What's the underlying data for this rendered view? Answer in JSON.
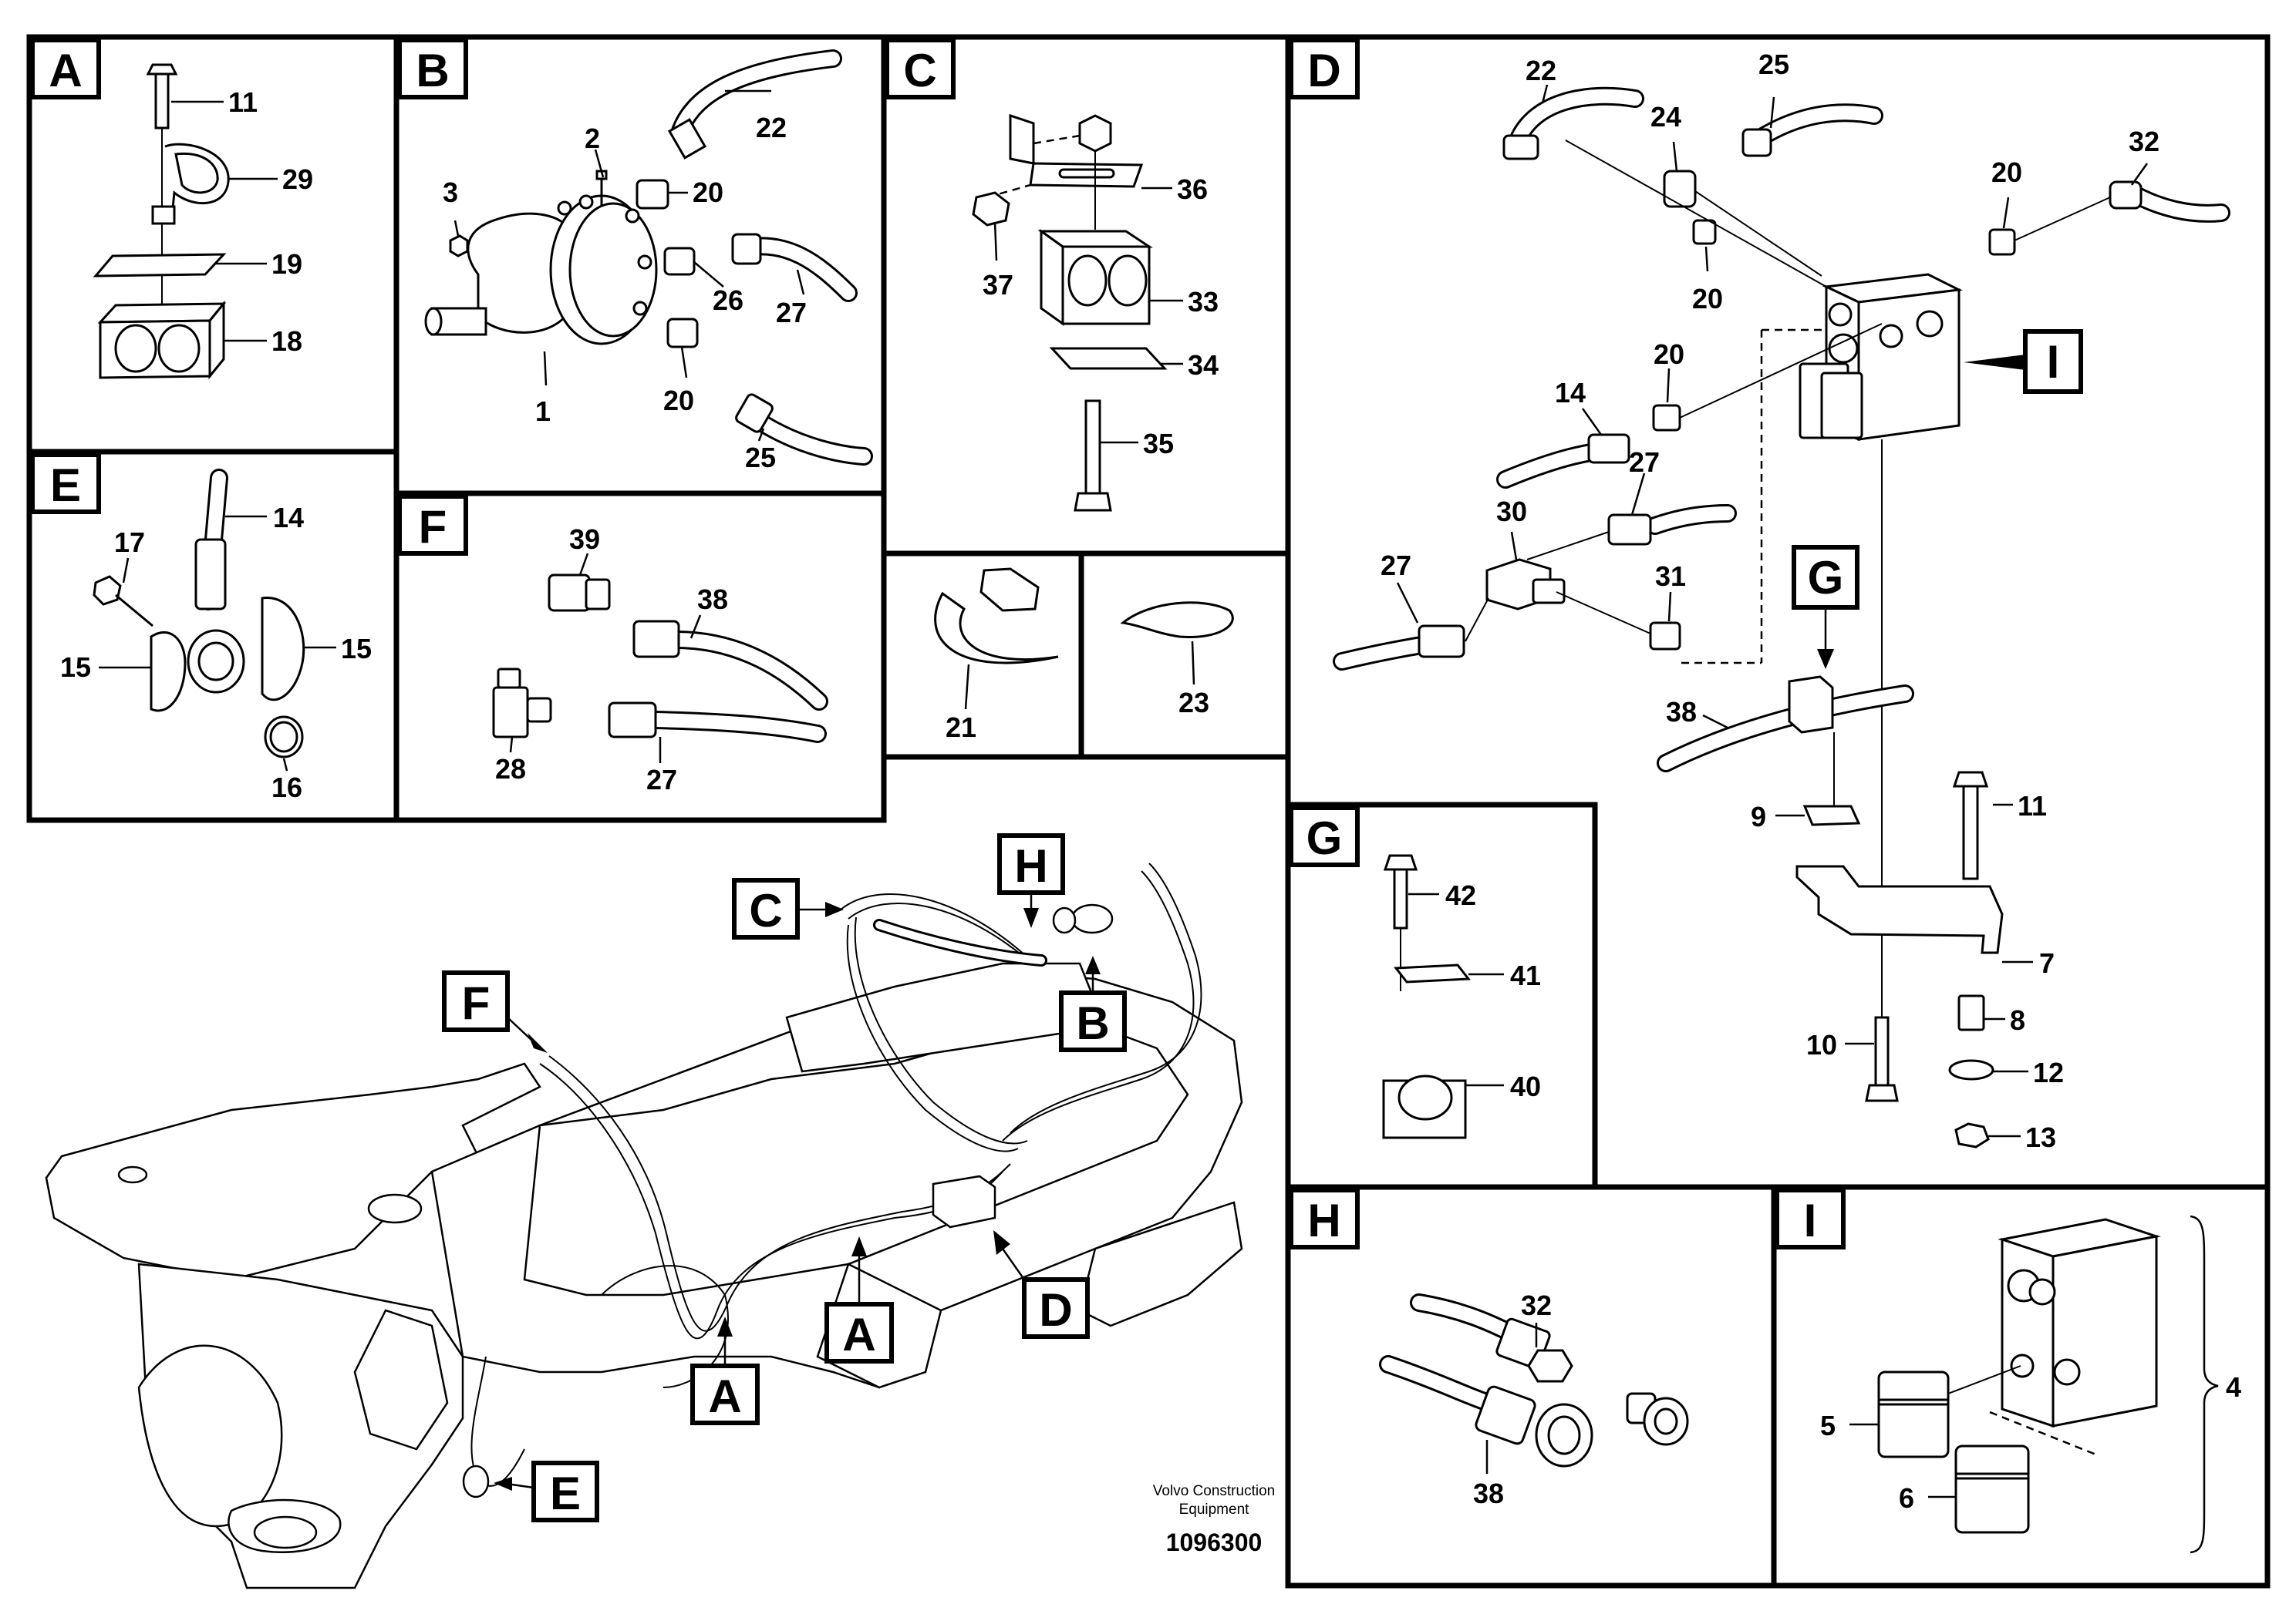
{
  "panels": [
    {
      "id": "A",
      "label": "A",
      "callouts": [
        "11",
        "29",
        "19",
        "18"
      ]
    },
    {
      "id": "B",
      "label": "B",
      "callouts": [
        "2",
        "22",
        "3",
        "20",
        "26",
        "27",
        "1",
        "20",
        "25"
      ]
    },
    {
      "id": "C",
      "label": "C",
      "callouts": [
        "36",
        "37",
        "33",
        "34",
        "35"
      ]
    },
    {
      "id": "D",
      "label": "D",
      "callouts": [
        "22",
        "25",
        "24",
        "32",
        "20",
        "20",
        "20",
        "14",
        "27",
        "30",
        "27",
        "31",
        "38",
        "11",
        "9",
        "7",
        "8",
        "10",
        "12",
        "13"
      ]
    },
    {
      "id": "E",
      "label": "E",
      "callouts": [
        "17",
        "14",
        "15",
        "15",
        "16"
      ]
    },
    {
      "id": "F",
      "label": "F",
      "callouts": [
        "39",
        "38",
        "28",
        "27"
      ]
    },
    {
      "id": "cell21",
      "label": "",
      "callouts": [
        "21"
      ]
    },
    {
      "id": "cell23",
      "label": "",
      "callouts": [
        "23"
      ]
    },
    {
      "id": "G",
      "label": "G",
      "callouts": [
        "42",
        "41",
        "40"
      ]
    },
    {
      "id": "H",
      "label": "H",
      "callouts": [
        "32",
        "38"
      ]
    },
    {
      "id": "I",
      "label": "I",
      "callouts": [
        "5",
        "6",
        "4"
      ]
    }
  ],
  "detail_tags": {
    "D_inner_I": "I",
    "D_inner_G": "G",
    "main_C": "C",
    "main_H": "H",
    "main_B": "B",
    "main_F": "F",
    "main_A1": "A",
    "main_A2": "A",
    "main_D": "D",
    "main_E": "E"
  },
  "footer": {
    "company_line1": "Volvo Construction",
    "company_line2": "Equipment",
    "drawing_number": "1096300"
  }
}
